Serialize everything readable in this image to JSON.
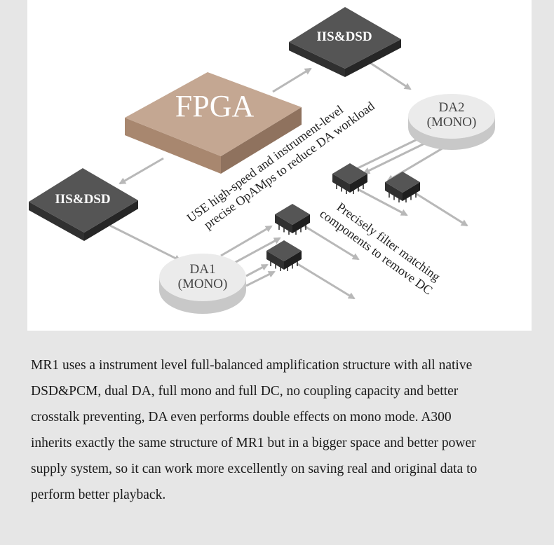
{
  "diagram": {
    "fpga_label": "FPGA",
    "iis_dsd_top_label": "IIS&DSD",
    "iis_dsd_left_label": "IIS&DSD",
    "da1": {
      "line1": "DA1",
      "line2": "(MONO)"
    },
    "da2": {
      "line1": "DA2",
      "line2": "(MONO)"
    },
    "opamp_note": {
      "line1": "USE high-speed and instrument-level",
      "line2": "precise OpAMps to reduce DA workload"
    },
    "filter_note": {
      "line1": "Precisely filter matching",
      "line2": "components to remove DC"
    },
    "colors": {
      "fpga_top": "#c4a792",
      "fpga_left": "#a8876f",
      "fpga_right": "#8f725e",
      "chip_top": "#555555",
      "chip_side": "#303030",
      "disk_top": "#ebebeb",
      "disk_side": "#c8c8c8",
      "arrow": "#b8b8b8"
    }
  },
  "description": {
    "lines": [
      "MR1 uses a instrument level full-balanced amplification structure with all native",
      "DSD&PCM, dual DA, full mono and full DC, no coupling capacity and better",
      "crosstalk preventing, DA even performs double effects on mono mode. A300",
      "inherits exactly the same structure of MR1 but in a bigger space and better power",
      "supply system, so it can work more excellently on saving real and original data to",
      "perform better playback."
    ]
  }
}
